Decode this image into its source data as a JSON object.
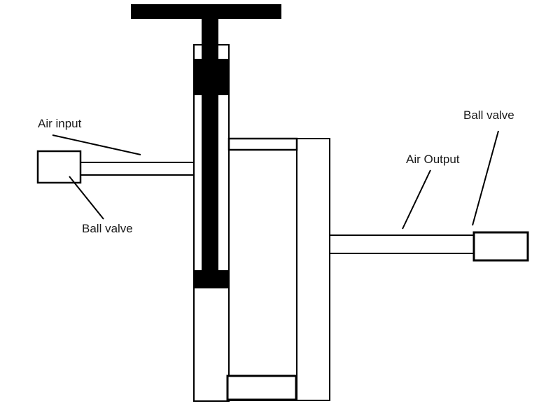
{
  "diagram": {
    "colors": {
      "background": "#ffffff",
      "line": "#000000"
    },
    "labels": {
      "air_input": "Air input",
      "ball_valve_left": "Ball valve",
      "air_output": "Air Output",
      "ball_valve_right": "Ball valve"
    }
  }
}
